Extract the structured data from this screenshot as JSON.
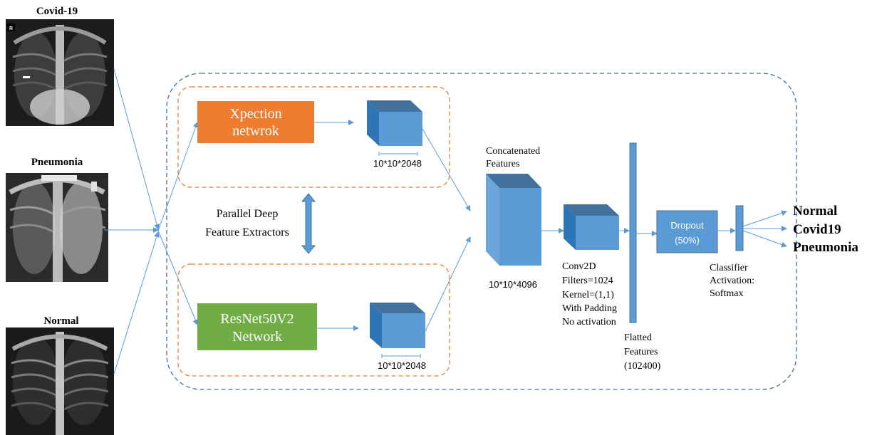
{
  "inputs": {
    "covid_label": "Covid-19",
    "pneumonia_label": "Pneumonia",
    "normal_label": "Normal",
    "xray_marker": "R"
  },
  "extractors": {
    "xception_line1": "Xpection",
    "xception_line2": "netwrok",
    "resnet_line1": "ResNet50V2",
    "resnet_line2": "Network",
    "xception_out_shape": "10*10*2048",
    "resnet_out_shape": "10*10*2048",
    "parallel_line1": "Parallel Deep",
    "parallel_line2": "Feature Extractors"
  },
  "concat": {
    "title_line1": "Concatenated",
    "title_line2": "Features",
    "shape": "10*10*4096"
  },
  "conv": {
    "line1": "Conv2D",
    "line2": "Filters=1024",
    "line3": "Kernel=(1,1)",
    "line4": "With Padding",
    "line5": "No activation"
  },
  "flatten": {
    "line1": "Flatted",
    "line2": "Features",
    "line3": "(102400)"
  },
  "dropout": {
    "line1": "Dropout",
    "line2": "(50%)"
  },
  "classifier": {
    "line1": "Classifier",
    "line2": "Activation:",
    "line3": "Softmax"
  },
  "outputs": {
    "normal": "Normal",
    "covid": "Covid19",
    "pneumonia": "Pneumonia"
  },
  "colors": {
    "orange": "#ED7D31",
    "green": "#70AD47",
    "blue": "#5B9BD5",
    "blue_dark": "#41719C",
    "arrow": "#5B9BD5"
  }
}
